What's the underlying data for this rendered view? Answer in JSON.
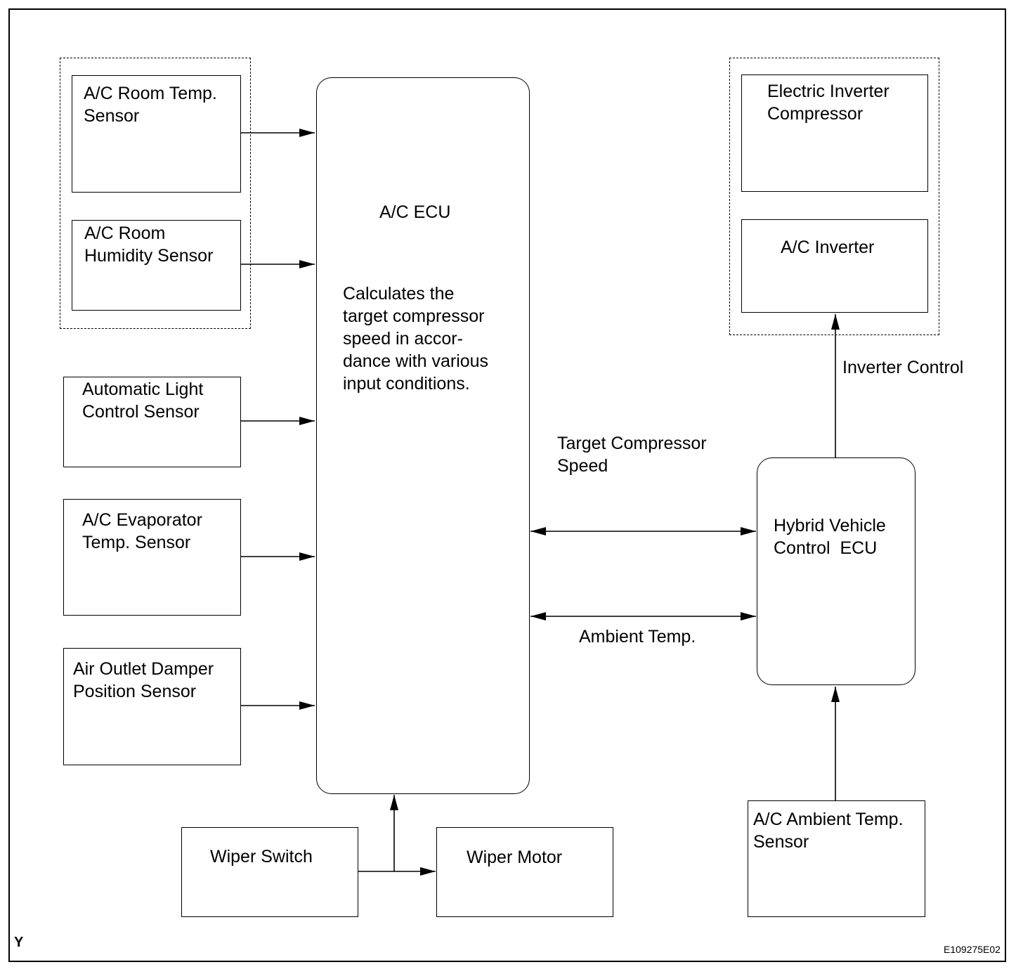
{
  "diagram": {
    "sensors": {
      "room_temp": "A/C Room Temp.\nSensor",
      "room_humidity": "A/C Room\nHumidity Sensor",
      "auto_light": "Automatic Light\nControl Sensor",
      "evaporator": "A/C Evaporator\nTemp. Sensor",
      "air_outlet": "Air Outlet Damper\nPosition Sensor",
      "wiper_switch": "Wiper Switch",
      "wiper_motor": "Wiper Motor",
      "ambient": "A/C Ambient Temp.\nSensor"
    },
    "ac_ecu": {
      "title": "A/C ECU",
      "description": "Calculates the\ntarget compressor\nspeed in accor-\ndance with various\ninput conditions."
    },
    "compressor": {
      "electric_inverter": "Electric Inverter\nCompressor",
      "ac_inverter": "A/C Inverter"
    },
    "hybrid_ecu": "Hybrid Vehicle\nControl  ECU",
    "signals": {
      "target_speed": "Target Compressor\nSpeed",
      "ambient_temp": "Ambient Temp.",
      "inverter_control": "Inverter Control"
    },
    "corner_mark": "Y",
    "figure_code": "E109275E02"
  }
}
